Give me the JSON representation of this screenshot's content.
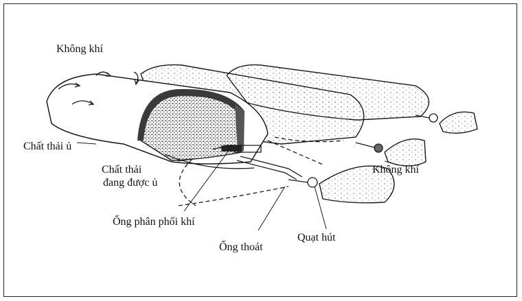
{
  "labels": {
    "khong_khi_top": "Không khí",
    "chat_thai_u": "Chất thải ủ",
    "chat_thai_dang_u_line1": "Chất thải",
    "chat_thai_dang_u_line2": "đang được ủ",
    "ong_phan_phoi_khi": "Ống phân phối khí",
    "ong_thoat": "Ống thoát",
    "quat_hut": "Quạt hút",
    "khong_khi_right": "Không khí"
  },
  "colors": {
    "line": "#1a1a1a",
    "stipple": "#777777",
    "dark_band": "#3a3a3a"
  }
}
